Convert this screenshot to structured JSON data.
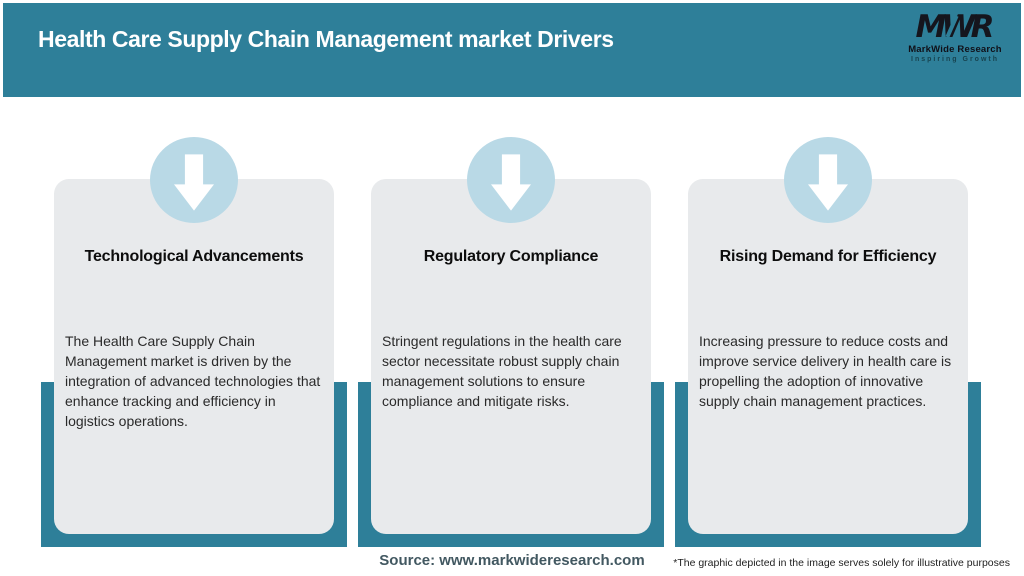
{
  "header": {
    "title": "Health Care Supply Chain Management market Drivers",
    "logo": {
      "monogram": "MWR",
      "name": "MarkWide Research",
      "tagline": "Inspiring Growth"
    }
  },
  "drivers": [
    {
      "title": "Technological Advancements",
      "description": "The Health Care Supply Chain Management market is driven by the integration of advanced technologies that enhance tracking and efficiency in logistics operations."
    },
    {
      "title": "Regulatory Compliance",
      "description": "Stringent regulations in the health care sector necessitate robust supply chain management solutions to ensure compliance and mitigate risks."
    },
    {
      "title": "Rising Demand for Efficiency",
      "description": "Increasing pressure to reduce costs and improve service delivery in health care is propelling the adoption of innovative supply chain management practices."
    }
  ],
  "footer": {
    "source": "Source: www.markwideresearch.com",
    "disclaimer": "*The graphic depicted in the image serves solely for illustrative purposes"
  },
  "colors": {
    "header_teal": "#2e7f99",
    "accent_frame_teal": "#2e7f99",
    "card_gray": "#e8eaec",
    "arrow_circle_blue": "#b9d9e6",
    "arrow_glyph": "#ffffff"
  },
  "icons": {
    "card_icon": "down-arrow-icon"
  }
}
